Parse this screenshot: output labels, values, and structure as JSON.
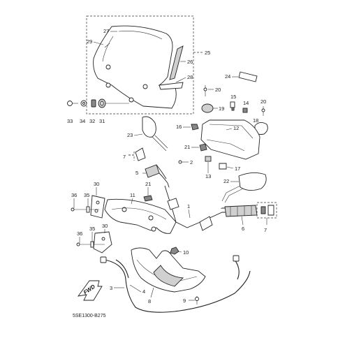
{
  "diagram": {
    "code": "5SE1300-B275",
    "fwd_label": "FWD",
    "callouts": {
      "c1": "1",
      "c2": "2",
      "c3": "3",
      "c4": "4",
      "c5": "5",
      "c6": "6",
      "c7a": "7",
      "c7b": "7",
      "c8": "8",
      "c9": "9",
      "c10": "10",
      "c11": "11",
      "c12": "12",
      "c13": "13",
      "c14": "14",
      "c15": "15",
      "c16": "16",
      "c17": "17",
      "c18": "18",
      "c19": "19",
      "c20a": "20",
      "c20b": "20",
      "c21a": "21",
      "c21b": "21",
      "c22": "22",
      "c23": "23",
      "c24": "24",
      "c25": "25",
      "c26": "26",
      "c27": "27",
      "c28": "28",
      "c29": "29",
      "c30a": "30",
      "c30b": "30",
      "c31": "31",
      "c32": "32",
      "c33": "33",
      "c34": "34",
      "c35a": "35",
      "c35b": "35",
      "c36a": "36",
      "c36b": "36"
    }
  }
}
